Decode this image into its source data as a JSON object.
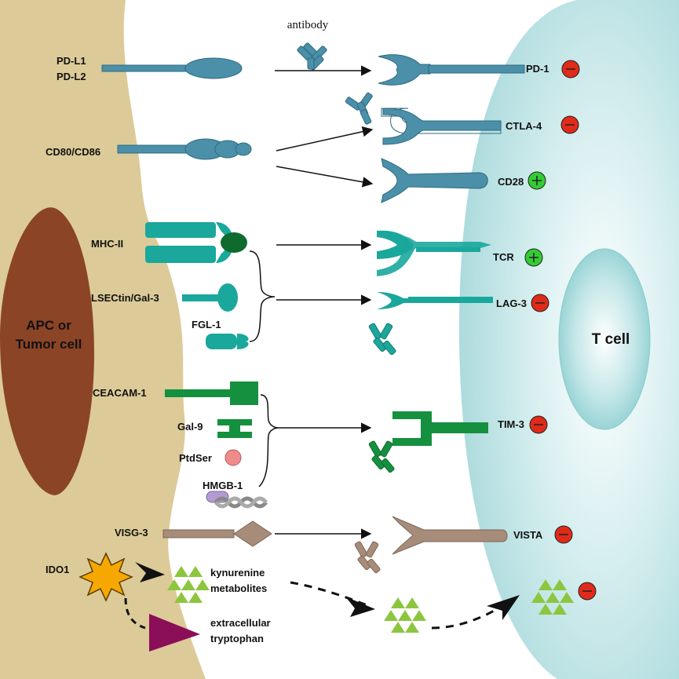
{
  "cells": {
    "apc_label_line1": "APC or",
    "apc_label_line2": "Tumor cell",
    "tcell_label": "T cell"
  },
  "antibody_label": "antibody",
  "ligands": {
    "pdl1": "PD-L1",
    "pdl2": "PD-L2",
    "cd80_86": "CD80/CD86",
    "mhc2": "MHC-II",
    "lsectin": "LSECtin/Gal-3",
    "fgl1": "FGL-1",
    "ceacam1": "CEACAM-1",
    "gal9": "Gal-9",
    "ptdser": "PtdSer",
    "hmgb1": "HMGB-1",
    "visg3": "VISG-3",
    "ido1": "IDO1",
    "kynurenine_line1": "kynurenine",
    "kynurenine_line2": "metabolites",
    "tryptophan_line1": "extracellular",
    "tryptophan_line2": "tryptophan"
  },
  "receptors": [
    {
      "name": "PD-1",
      "effect": "inhibitory"
    },
    {
      "name": "CTLA-4",
      "effect": "inhibitory"
    },
    {
      "name": "CD28",
      "effect": "stimulatory"
    },
    {
      "name": "TCR",
      "effect": "stimulatory"
    },
    {
      "name": "LAG-3",
      "effect": "inhibitory"
    },
    {
      "name": "TIM-3",
      "effect": "inhibitory"
    },
    {
      "name": "VISTA",
      "effect": "inhibitory"
    }
  ],
  "colors": {
    "apc_membrane": "#dccb98",
    "apc_nucleus": "#8b4426",
    "tcell_membrane": "#a9dadc",
    "tcell_nucleus": "#8fd0d2",
    "blue_receptor": "#4b8fa8",
    "teal_receptor": "#1aa79c",
    "green_receptor": "#15903f",
    "vista_receptor": "#a88c7a",
    "inhibitory": "#e02a1a",
    "stimulatory": "#33cc33",
    "metabolite": "#8cc63f",
    "tryptophan": "#8b0e58",
    "ido1": "#f7a800"
  }
}
